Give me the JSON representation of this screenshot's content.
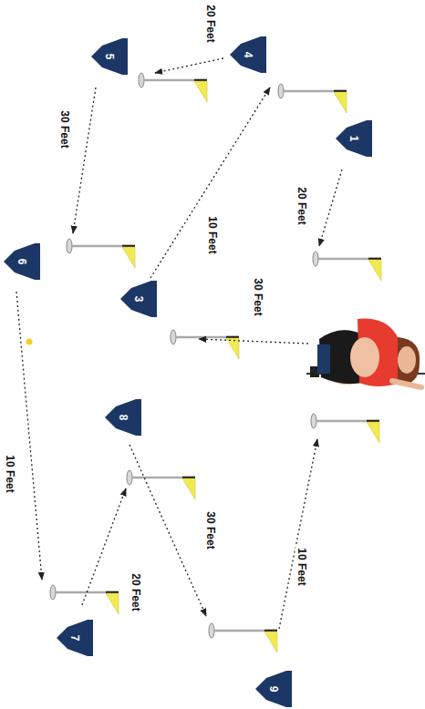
{
  "diagram": {
    "nodes": [
      {
        "text": [
          "1"
        ]
      },
      {
        "text": [
          "3"
        ]
      },
      {
        "text": [
          "4"
        ]
      },
      {
        "text": [
          "5"
        ]
      },
      {
        "text": [
          "6"
        ]
      },
      {
        "text": [
          "7"
        ]
      },
      {
        "text": [
          "8"
        ]
      },
      {
        "text": [
          "9"
        ]
      }
    ],
    "labels": [
      "20 Feet",
      "30 Feet",
      "10 Feet",
      "20 Feet",
      "30 Feet",
      "10 Feet",
      "20 Feet",
      "30 Feet",
      "10 Feet"
    ]
  }
}
